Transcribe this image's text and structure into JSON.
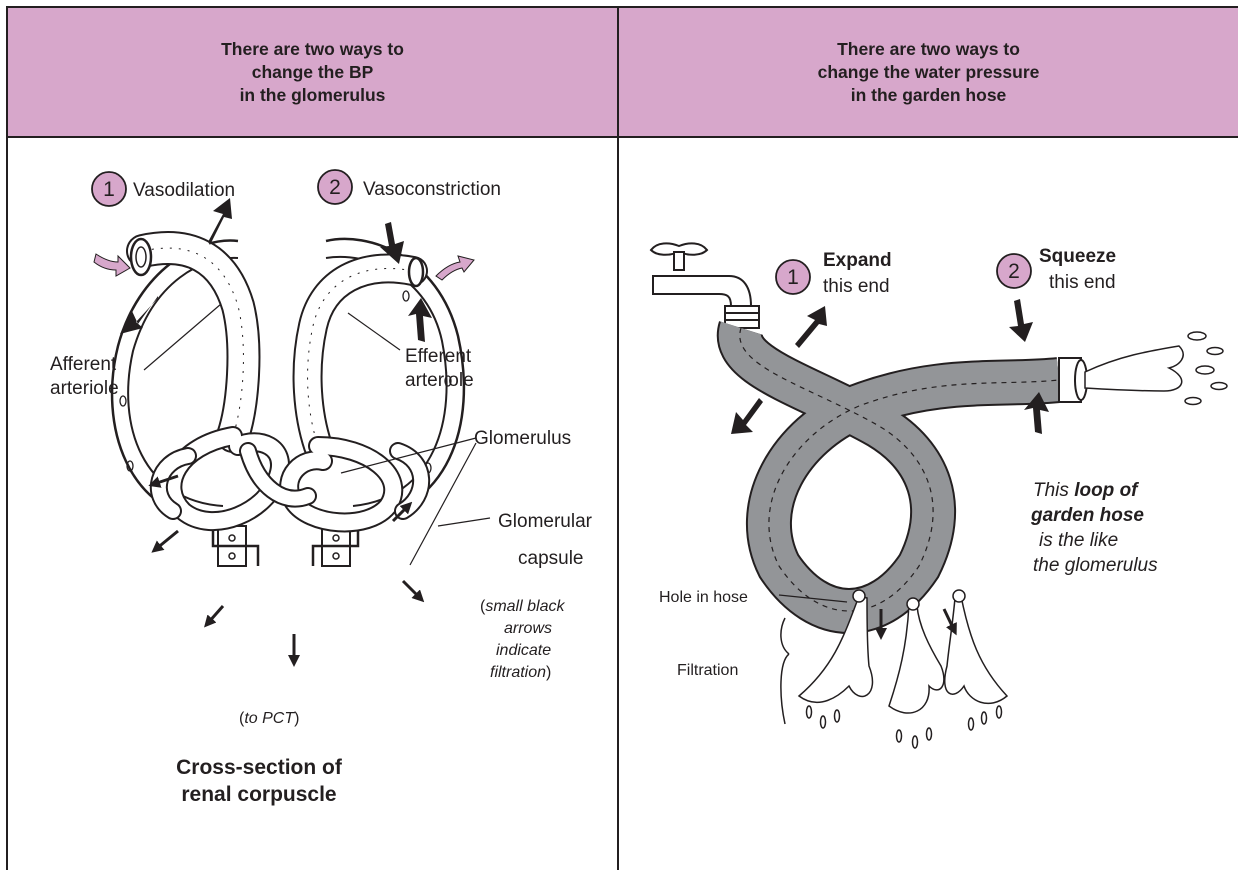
{
  "left_header": [
    "There are two ways to",
    "change the BP",
    "in the glomerulus"
  ],
  "right_header": [
    "There are two ways to",
    "change the water pressure",
    "in the garden hose"
  ],
  "left": {
    "step1_number": "1",
    "step1_label": "Vasodilation",
    "step2_number": "2",
    "step2_label": "Vasoconstriction",
    "afferent": [
      "Afferent",
      "arteriole"
    ],
    "efferent": [
      "Efferent",
      "arteriole"
    ],
    "glomerulus": "Glomerulus",
    "capsule": [
      "Glomerular",
      "capsule"
    ],
    "note": {
      "open": "(",
      "italic1": "small black",
      "italic2": "arrows",
      "italic3": "indicate",
      "italic4": "filtration",
      "close": ")"
    },
    "pct": {
      "open": "(",
      "italic": "to PCT",
      "close": ")"
    },
    "caption": [
      "Cross-section of",
      "renal corpuscle"
    ]
  },
  "right": {
    "step1_number": "1",
    "step1_bold": "Expand",
    "step1_rest": "this end",
    "step2_number": "2",
    "step2_bold": "Squeeze",
    "step2_rest": "this end",
    "loop_text": {
      "line1": "This",
      "line1_bold": "loop of",
      "line2_bold": "garden hose",
      "line3": "is the like",
      "line4": "the glomerulus"
    },
    "hole": "Hole in hose",
    "filtration": "Filtration"
  },
  "colors": {
    "header_bg": "#d7a7cb",
    "circle_fill": "#d7a7cb",
    "hose": "#939598",
    "pink_arrow": "#d7a7cb",
    "ink": "#231f20"
  }
}
